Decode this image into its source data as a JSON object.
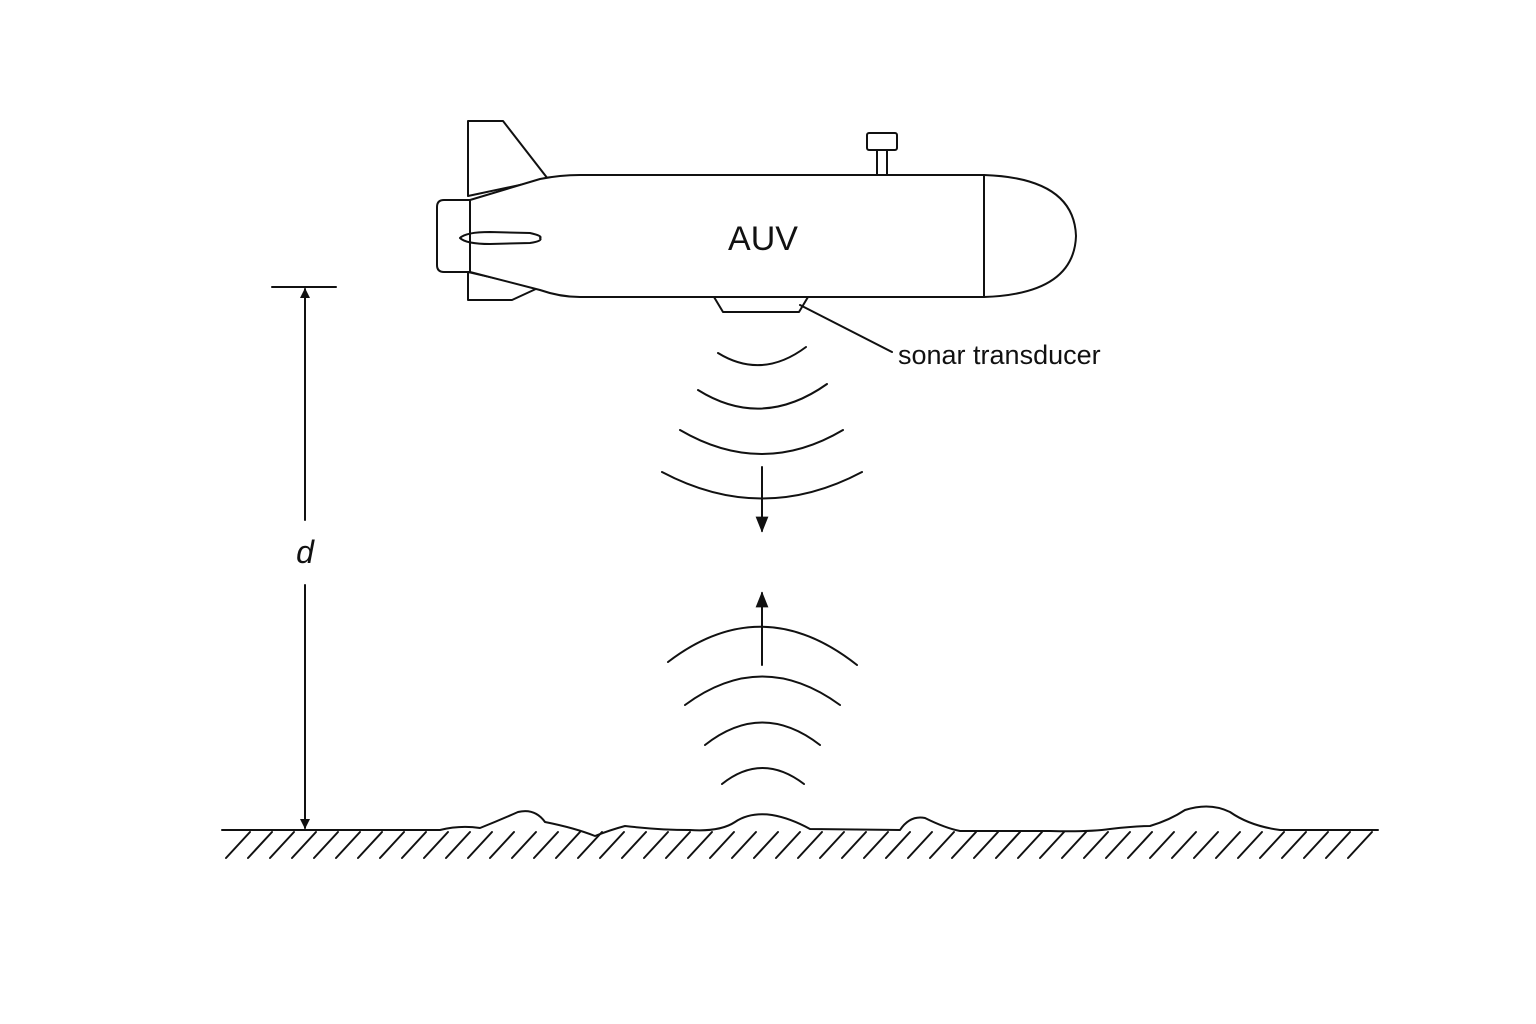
{
  "labels": {
    "vehicle": "AUV",
    "transducer": "sonar transducer",
    "distance": "d"
  },
  "colors": {
    "line": "#111111",
    "background": "#ffffff"
  }
}
